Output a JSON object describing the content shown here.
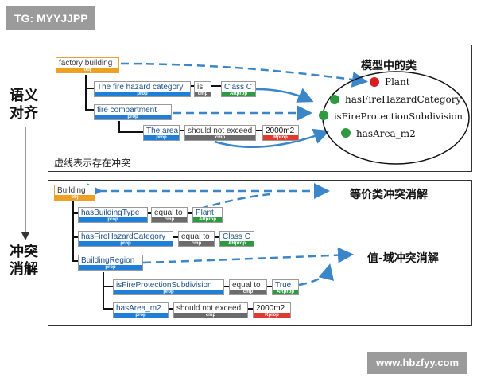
{
  "watermark_top": "TG: MYYJJPP",
  "watermark_bottom": "www.hbzfyy.com",
  "side_labels": {
    "align_line1": "语义",
    "align_line2": "对齐",
    "resolve_line1": "冲突",
    "resolve_line2": "消解"
  },
  "top_panel": {
    "dashed_note": "虚线表示存在冲突",
    "model_title": "模型中的类",
    "model_items": [
      "Plant",
      "hasFireHazardCategory",
      "isFireProtectionSubdivision",
      "hasArea_m2"
    ],
    "nodes": {
      "factory_building": "factory building",
      "obj": "obj",
      "fire_hazard_category": "The fire hazard category",
      "is": "is",
      "class_c": "Class C",
      "fire_compartment": "fire compartment",
      "the_area": "The area",
      "should_not_exceed": "should not exceed",
      "area_2000": "2000m2",
      "prop": "prop",
      "cmp": "cmp",
      "arprop": "ARprop",
      "rprop": "Rprop"
    }
  },
  "bottom_panel": {
    "equiv_note": "等价类冲突消解",
    "value_note": "值-域冲突消解",
    "nodes": {
      "building": "Building",
      "has_building_type": "hasBuildingType",
      "equal_to": "equal to",
      "plant": "Plant",
      "has_fire_hazard_category": "hasFireHazardCategory",
      "class_c": "Class C",
      "building_region": "BuildingRegion",
      "is_fire_protection_subdivision": "isFireProtectionSubdivision",
      "true_val": "True",
      "has_area_m2": "hasArea_m2",
      "should_not_exceed": "should not exceed",
      "area_2000": "2000m2"
    }
  },
  "colors": {
    "obj": "#f0a020",
    "prop": "#1e7fd8",
    "cmp": "#6b6b6b",
    "arprop": "#2e9a40",
    "rprop": "#e03a2f",
    "arrow": "#3a86c8"
  }
}
